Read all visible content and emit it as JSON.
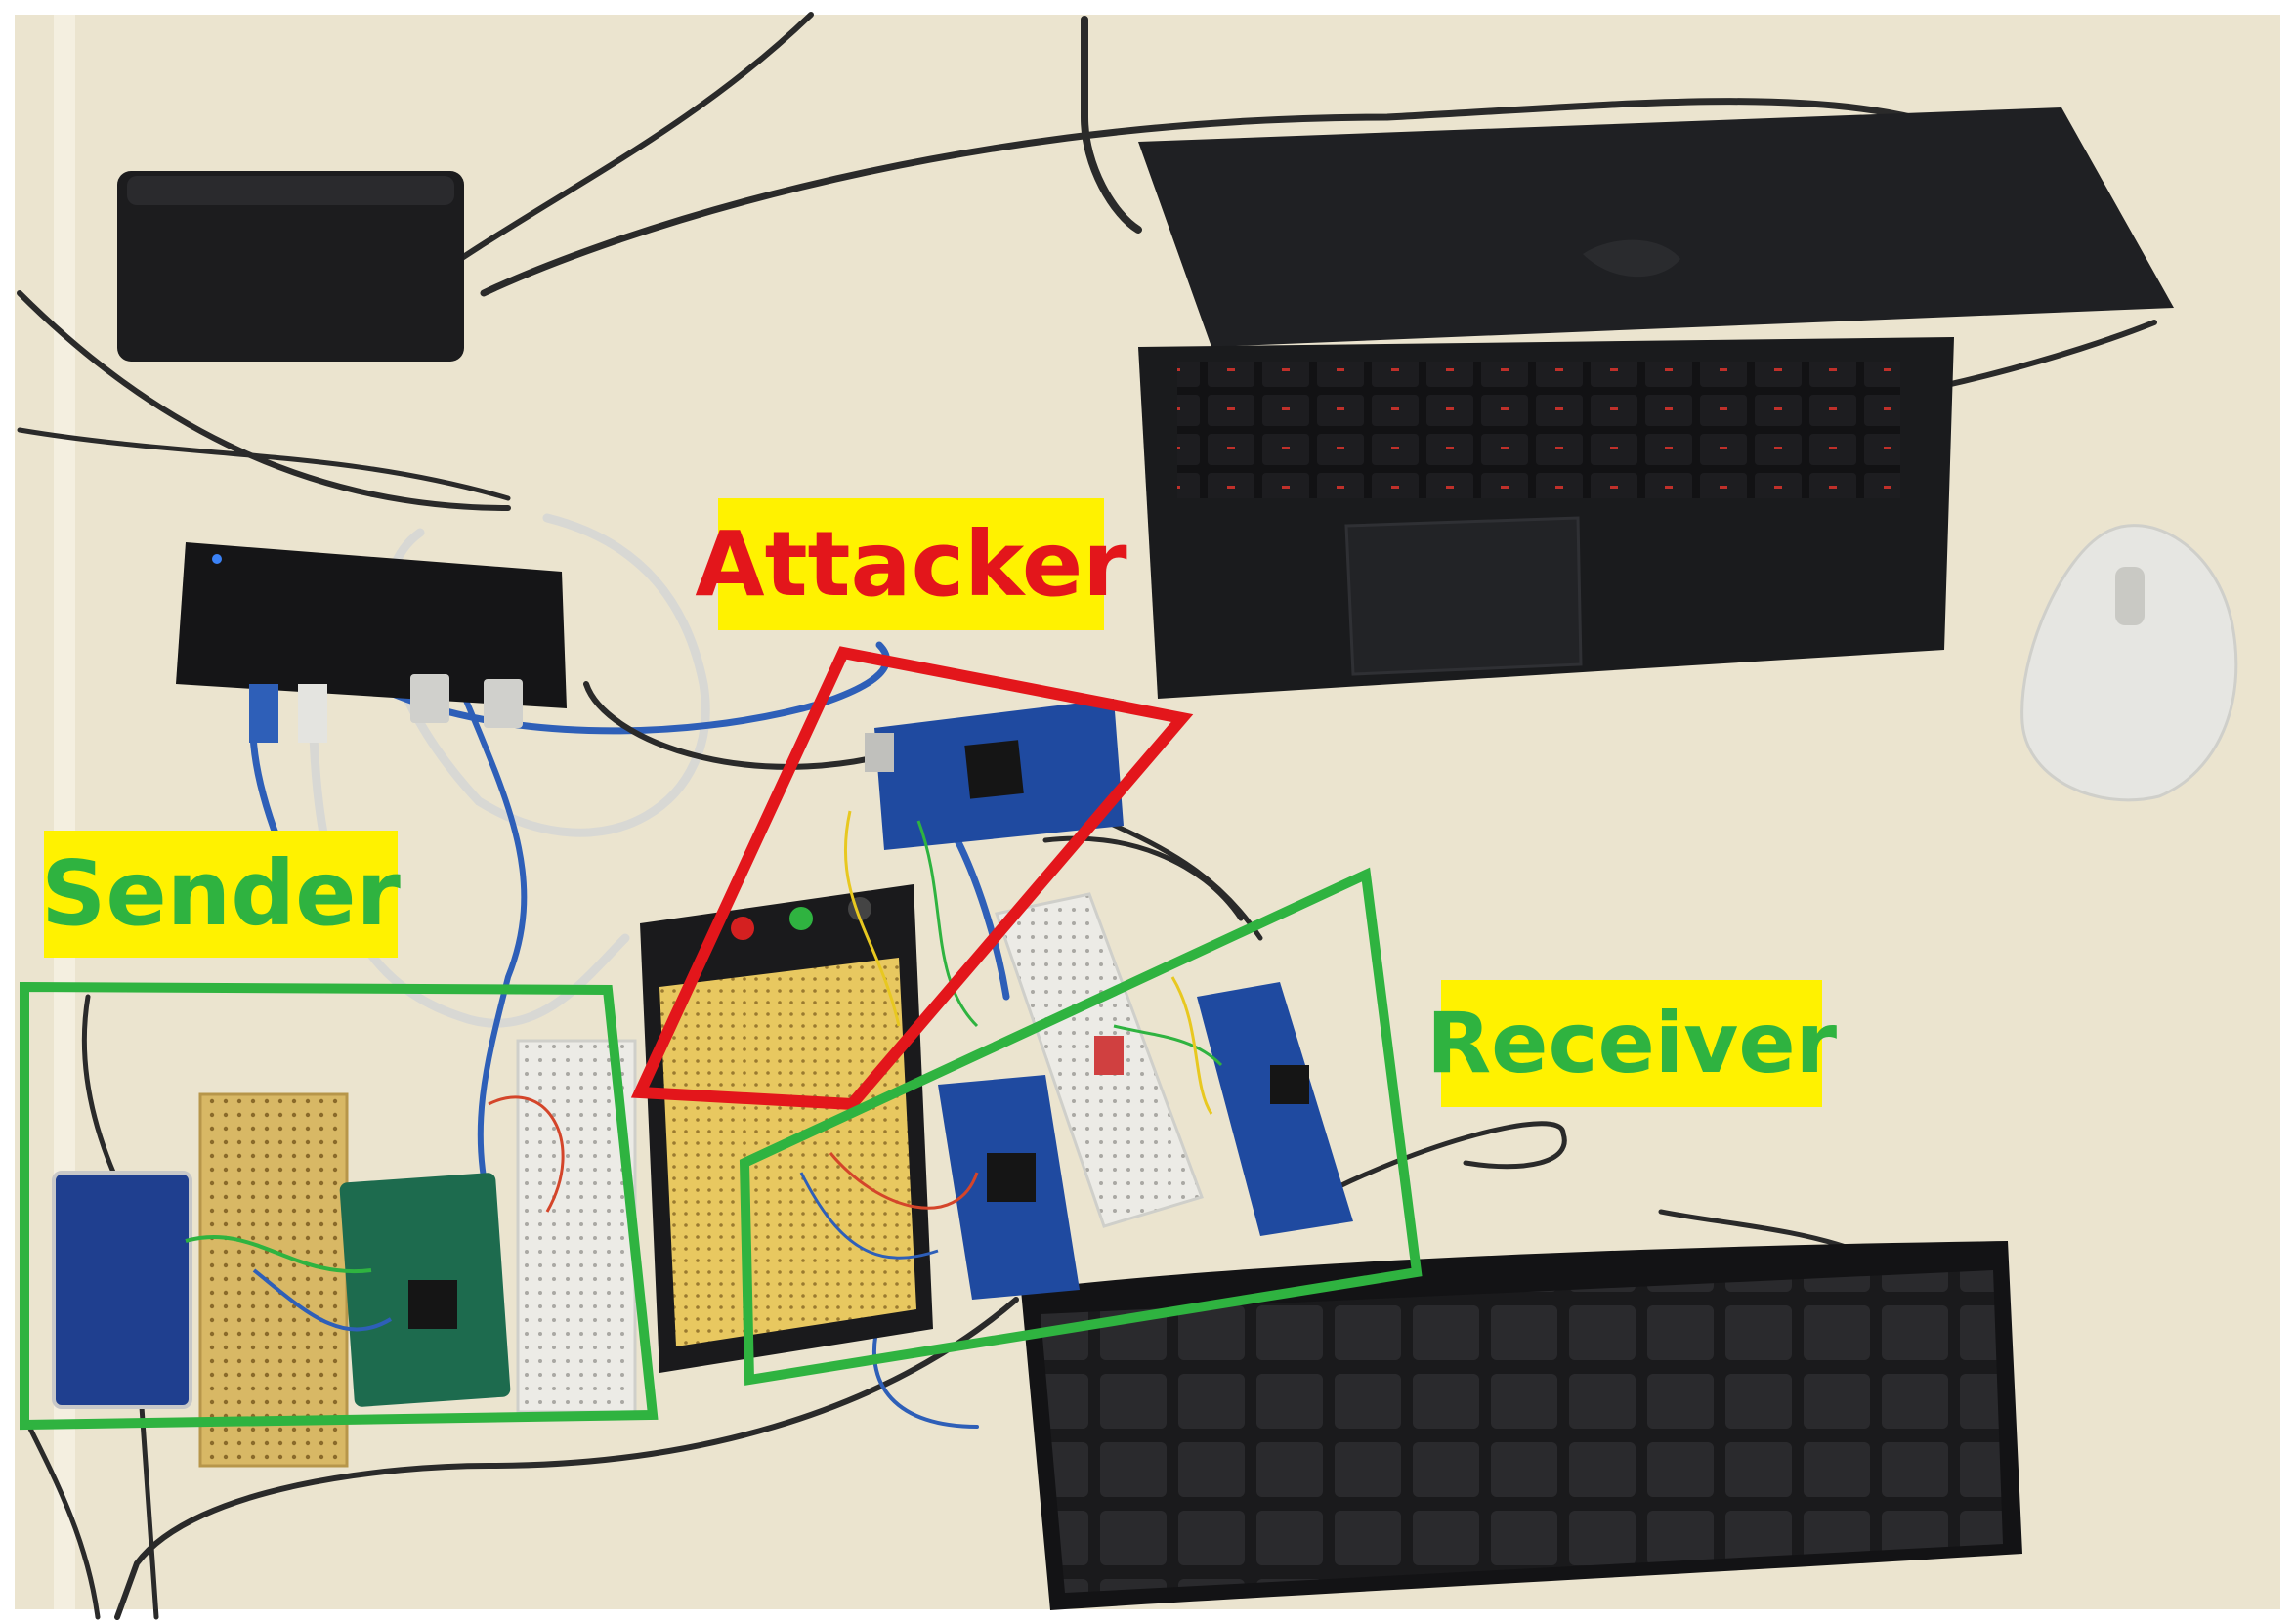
{
  "labels": {
    "attacker": "Attacker",
    "sender": "Sender",
    "receiver": "Receiver"
  },
  "colors": {
    "attacker": "#e3161b",
    "sender": "#2fb340",
    "receiver": "#2fb340",
    "label_background": "#fff200"
  }
}
